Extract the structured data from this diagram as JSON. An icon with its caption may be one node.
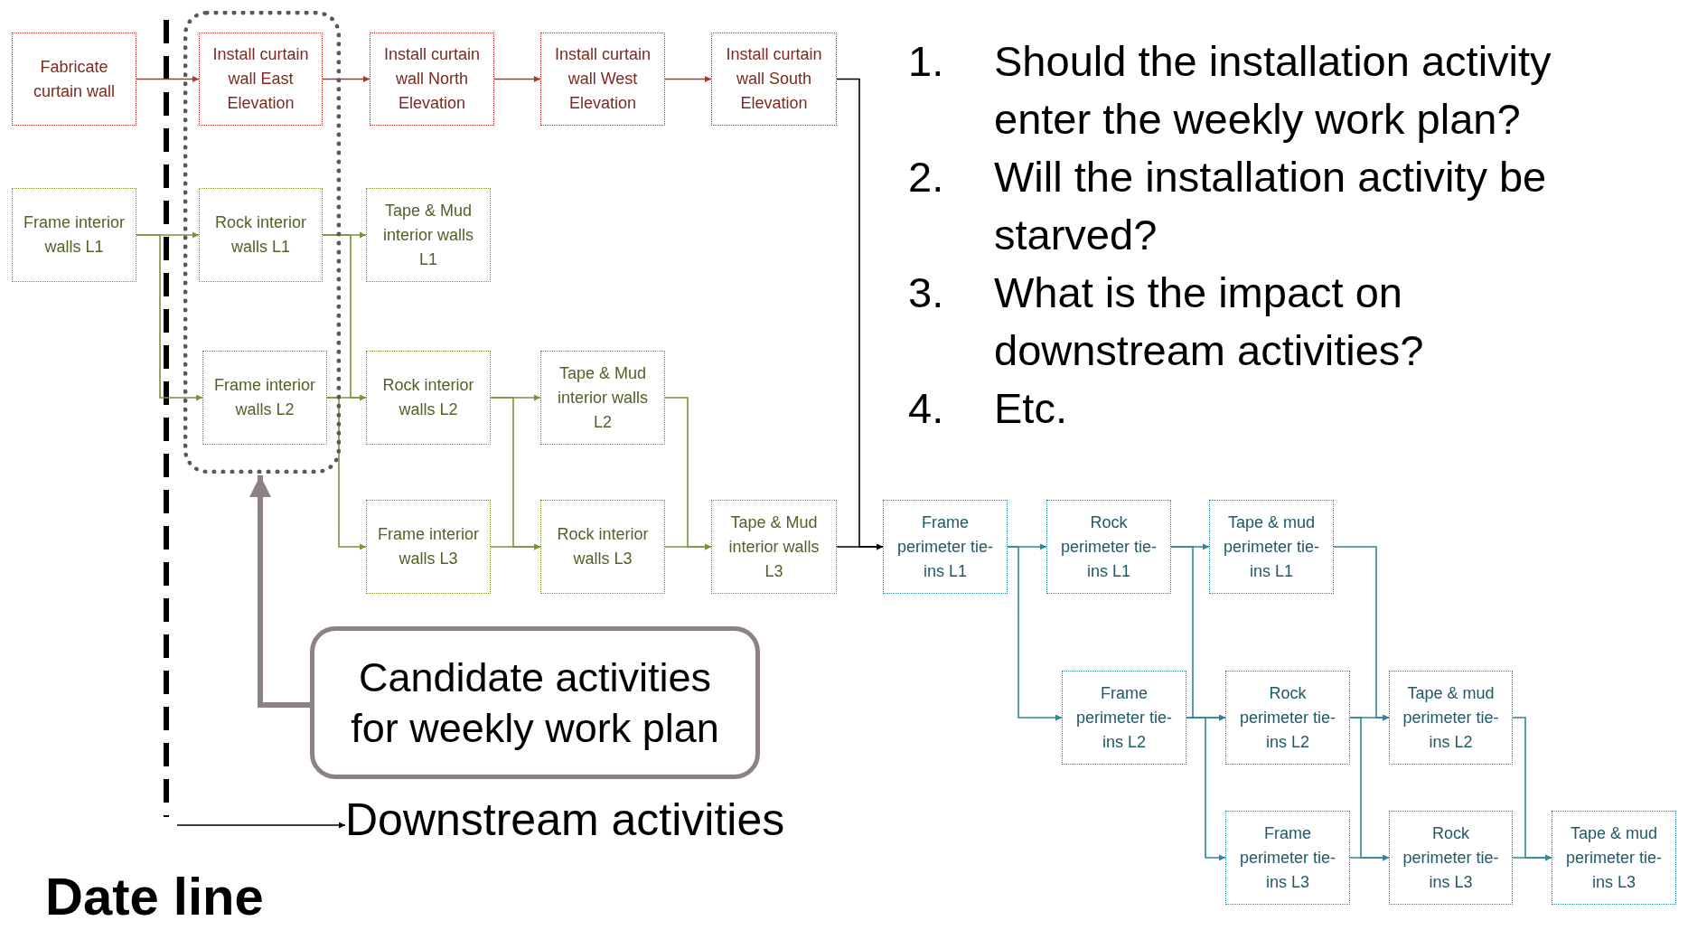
{
  "diagram": {
    "nodes": [
      {
        "text": [],
        "shape": "box"
      },
      {
        "text": [
          "Fabricate curtain wall"
        ]
      },
      {
        "text": [
          "Install curtain wall East Elevation"
        ],
        "in": 0
      },
      {
        "text": [
          "Install curtain wall North Elevation"
        ]
      },
      {
        "text": [
          "Install curtain wall West Elevation"
        ]
      },
      {
        "text": [
          "Install curtain wall South Elevation"
        ]
      },
      {
        "text": [
          "Frame interior walls L1"
        ]
      },
      {
        "text": [
          "Rock interior walls L1"
        ],
        "in": 0
      },
      {
        "text": [
          "Tape & Mud interior walls L1"
        ]
      },
      {
        "text": [
          "Frame interior walls L2"
        ],
        "in": 0
      },
      {
        "text": [
          "Rock interior walls L2"
        ]
      },
      {
        "text": [
          "Tape & Mud interior walls L2"
        ]
      },
      {
        "text": [
          "Frame interior walls L3"
        ]
      },
      {
        "text": [
          "Rock interior walls L3"
        ]
      },
      {
        "text": [
          "Tape & Mud interior walls L3"
        ]
      },
      {
        "text": [
          "Frame perimeter tie-ins L1"
        ]
      },
      {
        "text": [
          "Rock perimeter tie-ins L1"
        ]
      },
      {
        "text": [
          "Tape & mud perimeter tie-ins L1"
        ]
      },
      {
        "text": [
          "Frame perimeter tie-ins L2"
        ]
      },
      {
        "text": [
          "Rock perimeter tie-ins L2"
        ]
      },
      {
        "text": [
          "Tape & mud perimeter tie-ins L2"
        ]
      },
      {
        "text": [
          "Frame perimeter tie-ins L3"
        ]
      },
      {
        "text": [
          "Rock perimeter tie-ins L3"
        ]
      },
      {
        "text": [
          "Tape & mud perimeter tie-ins L3"
        ]
      },
      {
        "text": [
          "Candidate activities for weekly work plan"
        ]
      },
      {
        "text": [
          "Downstream activities"
        ]
      }
    ],
    "edges": [
      {
        "from": 1,
        "to": 2,
        "arrow": "to",
        "color": "#a5392c"
      },
      {
        "from": 2,
        "to": 3,
        "arrow": "to",
        "color": "#a5392c"
      },
      {
        "from": 3,
        "to": 4,
        "arrow": "to",
        "color": "#a5392c"
      },
      {
        "from": 4,
        "to": 5,
        "arrow": "to",
        "color": "#a5392c"
      },
      {
        "from": 5,
        "to": 15,
        "arrow": "to",
        "color": "#000000"
      },
      {
        "from": 14,
        "to": 15,
        "arrow": "to",
        "color": "#000000"
      },
      {
        "from": 6,
        "to": 7,
        "arrow": "to",
        "color": "#77933c"
      },
      {
        "from": 6,
        "to": 9,
        "arrow": "to",
        "color": "#77933c"
      },
      {
        "from": 7,
        "to": 8,
        "arrow": "to",
        "color": "#77933c"
      },
      {
        "from": 7,
        "to": 10,
        "arrow": "to",
        "color": "#77933c"
      },
      {
        "from": 9,
        "to": 10,
        "arrow": "to",
        "color": "#77933c"
      },
      {
        "from": 9,
        "to": 12,
        "arrow": "to",
        "color": "#77933c"
      },
      {
        "from": 10,
        "to": 11,
        "arrow": "to",
        "color": "#77933c"
      },
      {
        "from": 10,
        "to": 13,
        "arrow": "to",
        "color": "#77933c"
      },
      {
        "from": 12,
        "to": 13,
        "arrow": "to",
        "color": "#77933c"
      },
      {
        "from": 11,
        "to": 14,
        "arrow": "to",
        "color": "#77933c"
      },
      {
        "from": 13,
        "to": 14,
        "arrow": "to",
        "color": "#77933c"
      },
      {
        "from": 15,
        "to": 16,
        "arrow": "to"
      },
      {
        "from": 15,
        "to": 18,
        "arrow": "to"
      },
      {
        "from": 16,
        "to": 17,
        "arrow": "to"
      },
      {
        "from": 16,
        "to": 19,
        "arrow": "to"
      },
      {
        "from": 17,
        "to": 20,
        "arrow": "to"
      },
      {
        "from": 18,
        "to": 19,
        "arrow": "to"
      },
      {
        "from": 18,
        "to": 21,
        "arrow": "to"
      },
      {
        "from": 19,
        "to": 20,
        "arrow": "to"
      },
      {
        "from": 19,
        "to": 22,
        "arrow": "to"
      },
      {
        "from": 21,
        "to": 22,
        "arrow": "to"
      },
      {
        "from": 22,
        "to": 23,
        "arrow": "to"
      },
      {
        "from": 20,
        "to": 23,
        "arrow": "to"
      },
      {
        "from": 24,
        "to": 0,
        "arrow": "to",
        "style": "thick",
        "color": "#8c8283"
      },
      {
        "from": null,
        "to": 25,
        "arrow": "to",
        "color": "#000000"
      }
    ],
    "labels": [
      "1.",
      "Should the installation activity enter the weekly work plan?",
      "2.",
      "Will the installation activity be starved?",
      "3.",
      "What is the impact on downstream activities?",
      "4.",
      "Etc.",
      "Date line"
    ]
  }
}
